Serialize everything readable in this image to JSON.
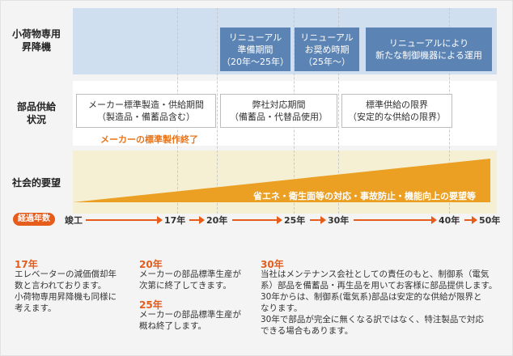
{
  "rows": {
    "lift": "小荷物専用\n昇降機",
    "parts": "部品供給\n状況",
    "society": "社会的要望"
  },
  "lift_boxes": {
    "renewal_prep": "リニューアル\n準備期間\n（20年〜25年）",
    "renewal_recommend": "リニューアル\nお奨め時期\n（25年〜）",
    "renewal_new": "リニューアルにより\n新たな制御機器による運用"
  },
  "parts_boxes": {
    "maker_period": "メーカー標準製造・供給期間\n（製造品・備蓄品含む）",
    "maker_end": "メーカーの標準製作終了",
    "company_period": "弊社対応期間\n（備蓄品・代替品使用）",
    "limit": "標準供給の限界\n（安定的な供給の限界）"
  },
  "society_text": "省エネ・衛生面等の対応・事故防止・機能向上の要望等",
  "timeline": {
    "badge": "経過年数",
    "start": "竣工",
    "ticks": [
      "17年",
      "20年",
      "25年",
      "30年",
      "40年",
      "50年"
    ]
  },
  "notes": {
    "n17": {
      "title": "17年",
      "text": "エレベーターの減価償却年\n数と言われております。\n小荷物専用昇降機も同様に\n考えます。"
    },
    "n20": {
      "title": "20年",
      "text": "メーカーの部品標準生産が\n次第に終了してきます。"
    },
    "n25": {
      "title": "25年",
      "text": "メーカーの部品標準生産が\n概ね終了します。"
    },
    "n30": {
      "title": "30年",
      "text": "当社はメンテナンス会社としての責任のもと、制御系（電気\n系）部品を備蓄品・再生品を用いてお客様に部品提供します。\n30年からは、制御系(電気系)部品は安定的な供給が限界と\nなります。\n30年で部品が完全に無くなる訳ではなく、特注製品で対応\nできる場合もあります。"
    }
  },
  "colors": {
    "blue_band": "#cfdff0",
    "blue_box": "#5b84b4",
    "yellow_band": "#f5f0d4",
    "triangle": "#eba024",
    "accent": "#e65c1b"
  }
}
